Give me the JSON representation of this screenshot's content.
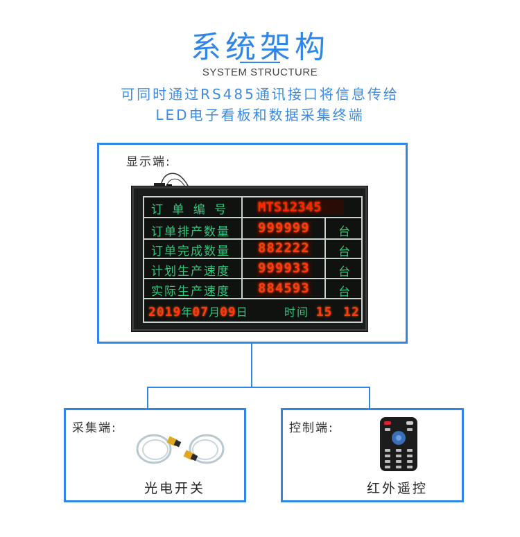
{
  "header": {
    "title": "系统架构",
    "subtitle_en": "SYSTEM STRUCTURE",
    "desc_line1": "可同时通过RS485通讯接口将信息传给",
    "desc_line2": "LED电子看板和数据采集终端"
  },
  "display": {
    "label": "显示端:",
    "rows": [
      {
        "label": "订 单 编 号",
        "value": "MTS12345",
        "unit": ""
      },
      {
        "label": "订单排产数量",
        "value": "999999",
        "unit": "台"
      },
      {
        "label": "订单完成数量",
        "value": "882222",
        "unit": "台"
      },
      {
        "label": "计划生产速度",
        "value": "999933",
        "unit": "台"
      },
      {
        "label": "实际生产速度",
        "value": "884593",
        "unit": "台"
      }
    ],
    "date": {
      "year": "2019",
      "year_char": "年",
      "month": "07",
      "month_char": "月",
      "day": "09",
      "day_char": "日",
      "time_label": "时间",
      "hour": "15",
      "minute": "12"
    }
  },
  "collect": {
    "label": "采集端:",
    "device": "光电开关"
  },
  "control": {
    "label": "控制端:",
    "device": "红外遥控"
  },
  "colors": {
    "accent": "#2f86e6",
    "led_red": "#ff3a10",
    "led_green": "#31c781"
  }
}
